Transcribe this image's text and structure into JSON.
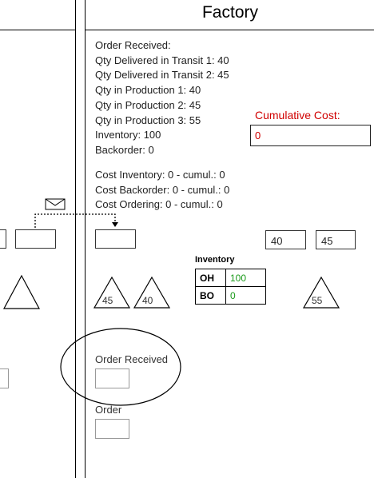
{
  "factory": {
    "title": "Factory",
    "info_lines": [
      "Order Received:",
      "Qty Delivered in Transit 1: 40",
      "Qty Delivered in Transit 2: 45",
      "Qty in Production 1: 40",
      "Qty in Production 2: 45",
      "Qty in Production 3: 55",
      "Inventory: 100",
      "Backorder: 0"
    ],
    "cost_lines": [
      "Cost Inventory: 0 - cumul.: 0",
      "Cost Backorder: 0 - cumul.: 0",
      "Cost Ordering: 0 - cumul.: 0"
    ],
    "cumulative_cost_label": "Cumulative Cost:",
    "cumulative_cost_value": "0",
    "cumulative_cost_color": "#d00000"
  },
  "production_boxes": [
    "40",
    "45"
  ],
  "transit_triangles": [
    "45",
    "40"
  ],
  "production_triangle": "55",
  "inventory_table": {
    "title": "Inventory",
    "rows": [
      {
        "key": "OH",
        "value": "100"
      },
      {
        "key": "BO",
        "value": "0"
      }
    ],
    "value_color": "#1a9a1a"
  },
  "order_received_label": "Order Received",
  "order_label": "Order",
  "icons": {
    "message": "envelope-icon"
  }
}
